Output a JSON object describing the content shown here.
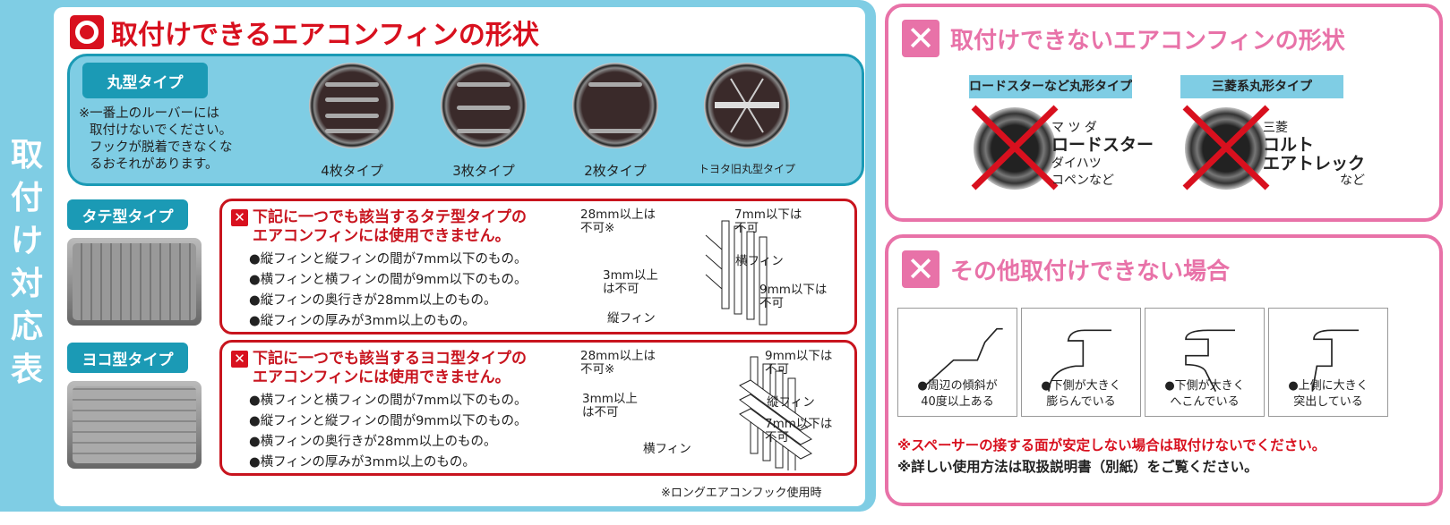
{
  "side_title": "取付け対応表",
  "ok": {
    "title": "取付けできるエアコンフィンの形状",
    "round": {
      "label": "丸型タイプ",
      "note": [
        "※一番上のルーバーには",
        "取付けないでください。",
        "フックが脱着できなくな",
        "るおそれがあります。"
      ],
      "types": [
        {
          "label": "4枚タイプ",
          "louvers": 4
        },
        {
          "label": "3枚タイプ",
          "louvers": 3
        },
        {
          "label": "2枚タイプ",
          "louvers": 2
        },
        {
          "label": "トヨタ旧丸型タイプ",
          "louvers": 0
        }
      ]
    },
    "tate": {
      "label": "タテ型タイプ",
      "heading": [
        "下記に一つでも該当するタテ型タイプの",
        "エアコンフィンには使用できません。"
      ],
      "items": [
        "●縦フィンと縦フィンの間が7mm以下のもの。",
        "●横フィンと横フィンの間が9mm以下のもの。",
        "●縦フィンの奥行きが28mm以上のもの。",
        "●縦フィンの厚みが3mm以上のもの。"
      ],
      "diagram": {
        "depth": [
          "28mm以上は",
          "不可※"
        ],
        "gap_a": [
          "7mm以下は",
          "不可"
        ],
        "fin_a": "横フィン",
        "thick": [
          "3mm以上",
          "は不可"
        ],
        "gap_b": [
          "9mm以下は",
          "不可"
        ],
        "fin_b": "縦フィン"
      }
    },
    "yoko": {
      "label": "ヨコ型タイプ",
      "heading": [
        "下記に一つでも該当するヨコ型タイプの",
        "エアコンフィンには使用できません。"
      ],
      "items": [
        "●横フィンと横フィンの間が7mm以下のもの。",
        "●縦フィンと縦フィンの間が9mm以下のもの。",
        "●横フィンの奥行きが28mm以上のもの。",
        "●横フィンの厚みが3mm以上のもの。"
      ],
      "diagram": {
        "depth": [
          "28mm以上は",
          "不可※"
        ],
        "gap_a": [
          "9mm以下は",
          "不可"
        ],
        "fin_a": "縦フィン",
        "thick": [
          "3mm以上",
          "は不可"
        ],
        "gap_b": [
          "7mm以下は",
          "不可"
        ],
        "fin_b": "横フィン"
      }
    },
    "footnote": "※ロングエアコンフック使用時"
  },
  "ng": {
    "title": "取付けできないエアコンフィンの形状",
    "types": [
      {
        "label": "ロードスターなど丸形タイプ",
        "lines": [
          "マ ツ ダ",
          "ロードスター",
          "ダイハツ",
          "コペンなど"
        ]
      },
      {
        "label": "三菱系丸形タイプ",
        "lines": [
          "三菱",
          "コルト",
          "エアトレック",
          "など"
        ]
      }
    ]
  },
  "other": {
    "title": "その他取付けできない場合",
    "cases": [
      [
        "●周辺の傾斜が",
        "40度以上ある"
      ],
      [
        "●下側が大きく",
        "膨らんでいる"
      ],
      [
        "●下側が大きく",
        "へこんでいる"
      ],
      [
        "●上側に大きく",
        "突出している"
      ]
    ],
    "warning": "※スペーサーの接する面が安定しない場合は取付けないでください。",
    "note": "※詳しい使用方法は取扱説明書（別紙）をご覧ください。"
  },
  "colors": {
    "blue": "#7fcde4",
    "teal": "#1b9ab5",
    "red": "#d8101e",
    "pink": "#e872a8"
  }
}
